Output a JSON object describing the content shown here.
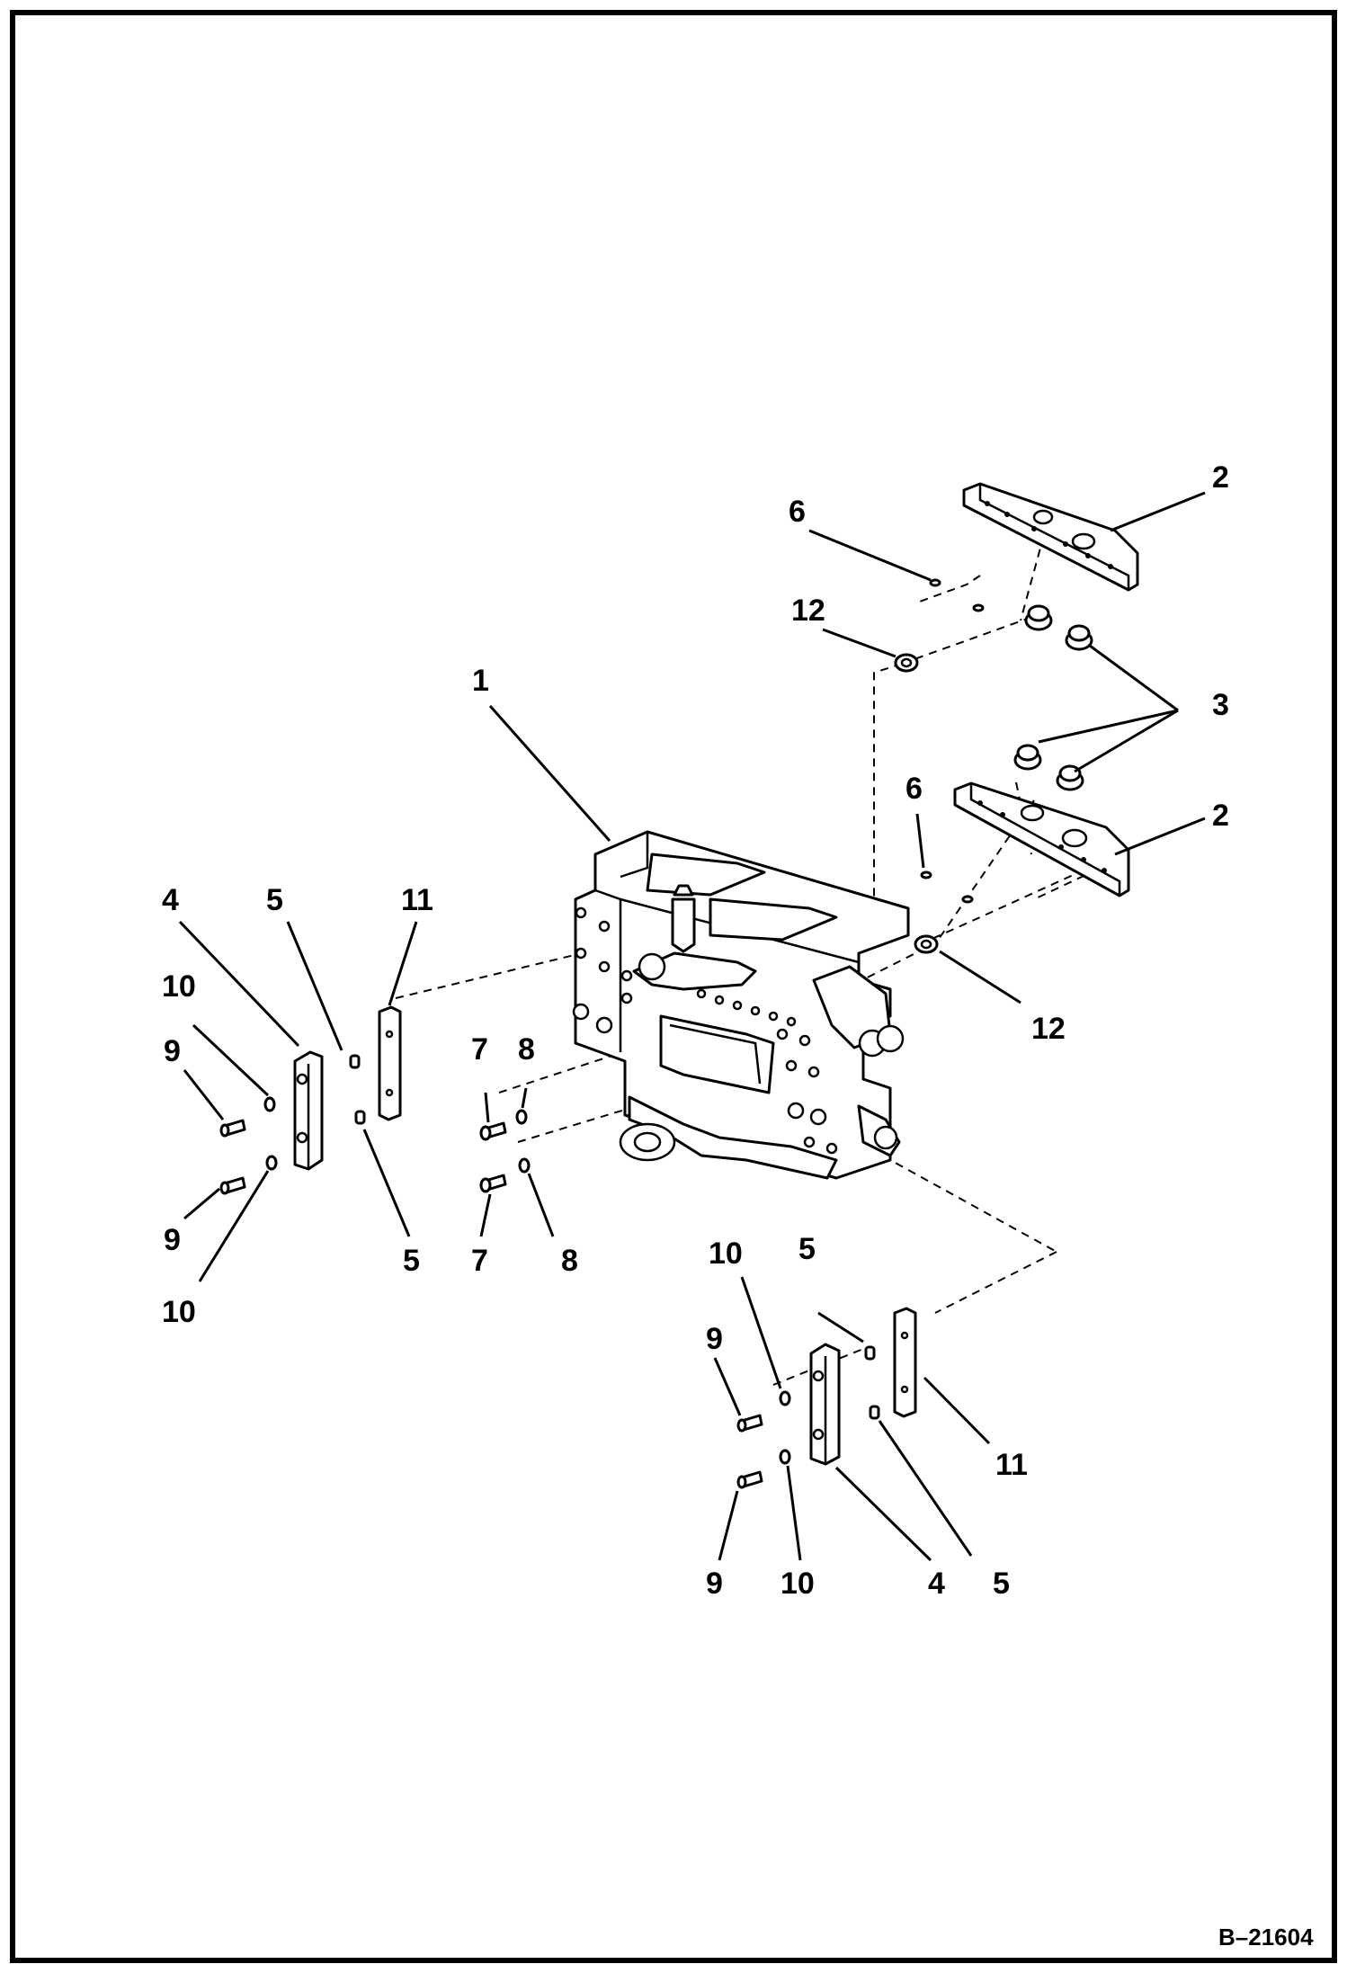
{
  "drawing": {
    "reference_number": "B–21604"
  },
  "callouts": {
    "part_1": "1",
    "part_2_upper": "2",
    "part_2_lower": "2",
    "part_3": "3",
    "part_4_left": "4",
    "part_4_right": "4",
    "part_5_left_top": "5",
    "part_5_left_bottom": "5",
    "part_5_right_top": "5",
    "part_5_right_bottom": "5",
    "part_6_upper": "6",
    "part_6_lower": "6",
    "part_7_top": "7",
    "part_7_bottom": "7",
    "part_8_top": "8",
    "part_8_bottom": "8",
    "part_9_left_top": "9",
    "part_9_left_bottom": "9",
    "part_9_right_top": "9",
    "part_9_right_bottom": "9",
    "part_10_left_top": "10",
    "part_10_left_bottom": "10",
    "part_10_right_top": "10",
    "part_10_right_bottom": "10",
    "part_11_left": "11",
    "part_11_right": "11",
    "part_12_upper": "12",
    "part_12_lower": "12"
  },
  "colors": {
    "line": "#000000",
    "background": "#ffffff"
  }
}
